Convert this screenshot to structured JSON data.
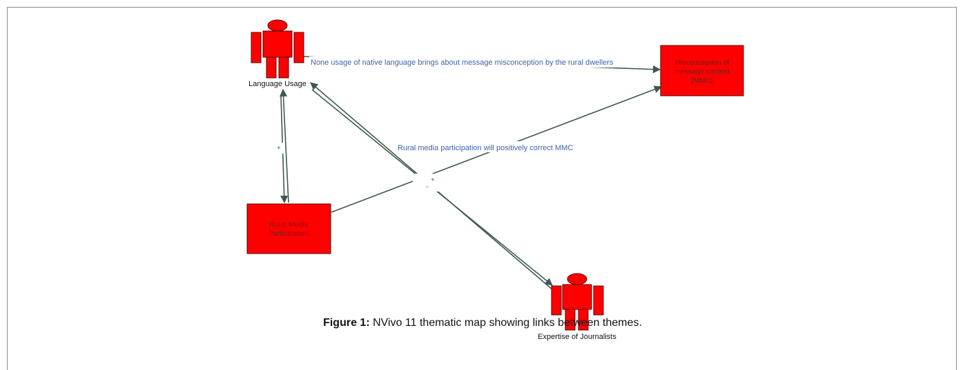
{
  "nodes": {
    "language_usage": {
      "label": "Language Usage",
      "shape": "person"
    },
    "expertise": {
      "label": "Expertise of Journalists",
      "shape": "person"
    },
    "rural_media": {
      "label_lines": [
        "Rural Media",
        "Participation"
      ],
      "shape": "box"
    },
    "mmc": {
      "label_lines": [
        "Misconception of",
        "message content",
        "[MMC]"
      ],
      "shape": "box"
    }
  },
  "links": {
    "native_language": "None usage of native language brings about message misconception by the rural dwellers",
    "rural_media_mmc": "Rural media participation will positively correct MMC",
    "plus_left": "+",
    "plus_cross": "+",
    "minus_cross": "-"
  },
  "caption": {
    "label": "Figure 1:",
    "text": "NVivo 11 thematic map showing links between themes."
  },
  "colors": {
    "node_fill": "#ff0000",
    "node_stroke": "#5a0000",
    "arrow": "#3c5a4e",
    "link_text": "#3f63a8"
  }
}
